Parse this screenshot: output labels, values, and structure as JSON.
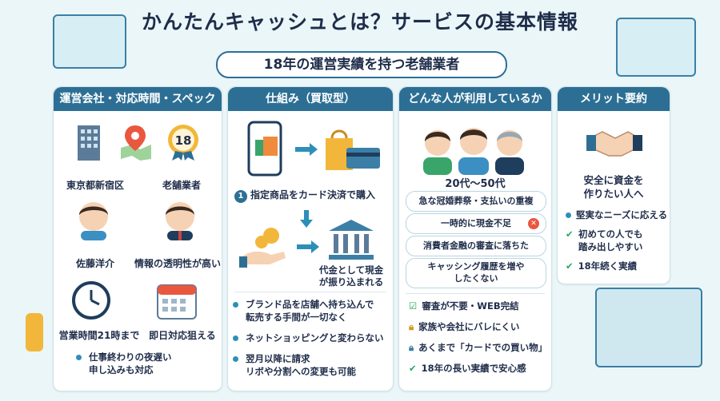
{
  "title": "かんたんキャッシュとは？サービスの基本情報",
  "subtitle": "18年の運営実績を持つ老舗業者",
  "col1": {
    "header": "運営会社・対応時間・スペック",
    "items": [
      "東京都新宿区",
      "老舗業者",
      "佐藤洋介",
      "情報の透明性が高い",
      "営業時間21時まで",
      "即日対応狙える"
    ],
    "badge": "18",
    "note": "仕事終わりの夜遅い\n申し込みも対応"
  },
  "col2": {
    "header": "仕組み（買取型）",
    "step_num": "1",
    "step1": "指定商品をカード決済で購入",
    "step2": "代金として現金\nが振り込まれる",
    "bullets": [
      "ブランド品を店舗へ持ち込んで\n転売する手間が一切なく",
      "ネットショッピングと変わらない",
      "翌月以降に請求\nリボや分割への変更も可能"
    ]
  },
  "col3": {
    "header": "どんな人が利用しているか",
    "age": "20代〜50代",
    "pills": [
      "急な冠婚葬祭・支払いの重複",
      "一時的に現金不足",
      "消費者金融の審査に落ちた",
      "キャッシング履歴を増や\nしたくない"
    ],
    "checks": [
      "審査が不要・WEB完結",
      "家族や会社にバレにくい",
      "あくまで「カードでの買い物」",
      "18年の長い実績で安心感"
    ]
  },
  "col4": {
    "header": "メリット要約",
    "lead": "安全に資金を\n作りたい人へ",
    "points": [
      "堅実なニーズに応える",
      "初めての人でも\n踏み出しやすい",
      "18年続く実績"
    ]
  }
}
